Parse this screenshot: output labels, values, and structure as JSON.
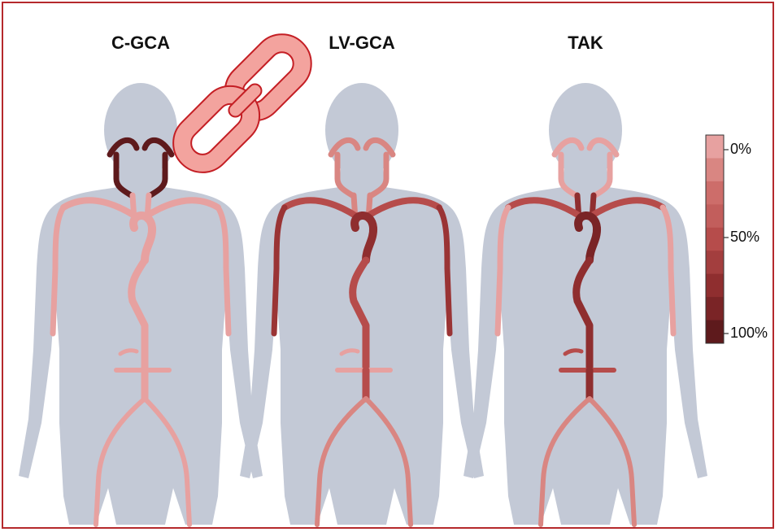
{
  "panels": [
    {
      "title": "C-GCA",
      "shade": {
        "cranial": "#5e1a1c",
        "carotid": "#e7a1a0",
        "arch": "#e7a1a0",
        "subclavian": "#e7a1a0",
        "arm": "#e7a1a0",
        "aorta": "#e7a1a0",
        "renal": "#e7a1a0",
        "iliac": "#e7a1a0"
      }
    },
    {
      "title": "LV-GCA",
      "shade": {
        "cranial": "#d98682",
        "carotid": "#d98682",
        "arch": "#8f2e2f",
        "subclavian": "#b64c4b",
        "arm": "#9a3435",
        "aorta": "#b64c4b",
        "renal": "#e7a1a0",
        "iliac": "#d98682"
      }
    },
    {
      "title": "TAK",
      "shade": {
        "cranial": "#e7a1a0",
        "carotid": "#8f2e2f",
        "arch": "#7a2426",
        "subclavian": "#b64c4b",
        "arm": "#e7a1a0",
        "aorta": "#8f2e2f",
        "renal": "#b64c4b",
        "iliac": "#d98682"
      }
    }
  ],
  "legend": {
    "colors": [
      "#e7a1a0",
      "#d98682",
      "#cd6d6a",
      "#c25e5c",
      "#b64c4b",
      "#a33e3e",
      "#8f2e2f",
      "#7a2426",
      "#5e1a1c"
    ],
    "labels": [
      "0%",
      "50%",
      "100%"
    ]
  },
  "colors": {
    "body": "#c3c9d6",
    "frame": "#b5292c",
    "link_fill": "#f3a39e",
    "link_stroke": "#c41e24"
  },
  "icon": "chain-link-icon"
}
